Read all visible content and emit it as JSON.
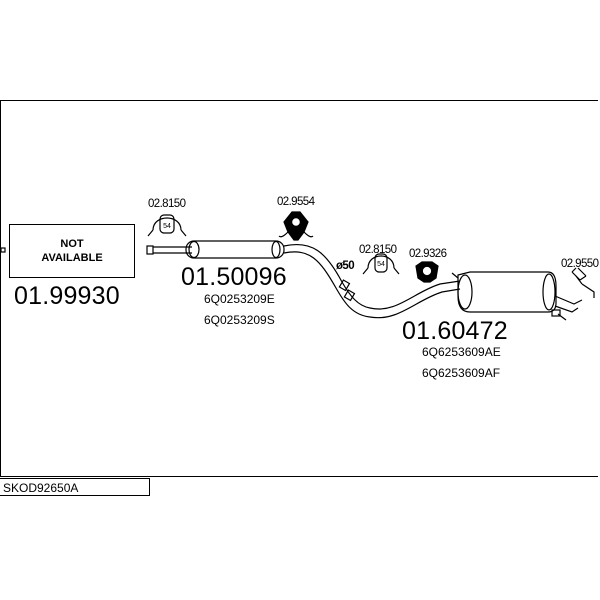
{
  "diagram": {
    "catalog_code": "SKOD92650A",
    "not_available": {
      "line1": "NOT",
      "line2": "AVAILABLE"
    },
    "parts": {
      "front_pipe": {
        "number": "01.99930"
      },
      "middle_silencer": {
        "number": "01.50096",
        "oem": [
          "6Q0253209E",
          "6Q0253209S"
        ]
      },
      "rear_silencer": {
        "number": "01.60472",
        "oem": [
          "6Q6253609AE",
          "6Q6253609AF"
        ]
      }
    },
    "accessories": {
      "clamp_front": "02.8150",
      "hanger_front": "02.9554",
      "clamp_rear": "02.8150",
      "hanger_rear": "02.9326",
      "hanger_tail": "02.9550"
    },
    "clamp_size_label": "54",
    "pipe_diameter": "ø50"
  }
}
